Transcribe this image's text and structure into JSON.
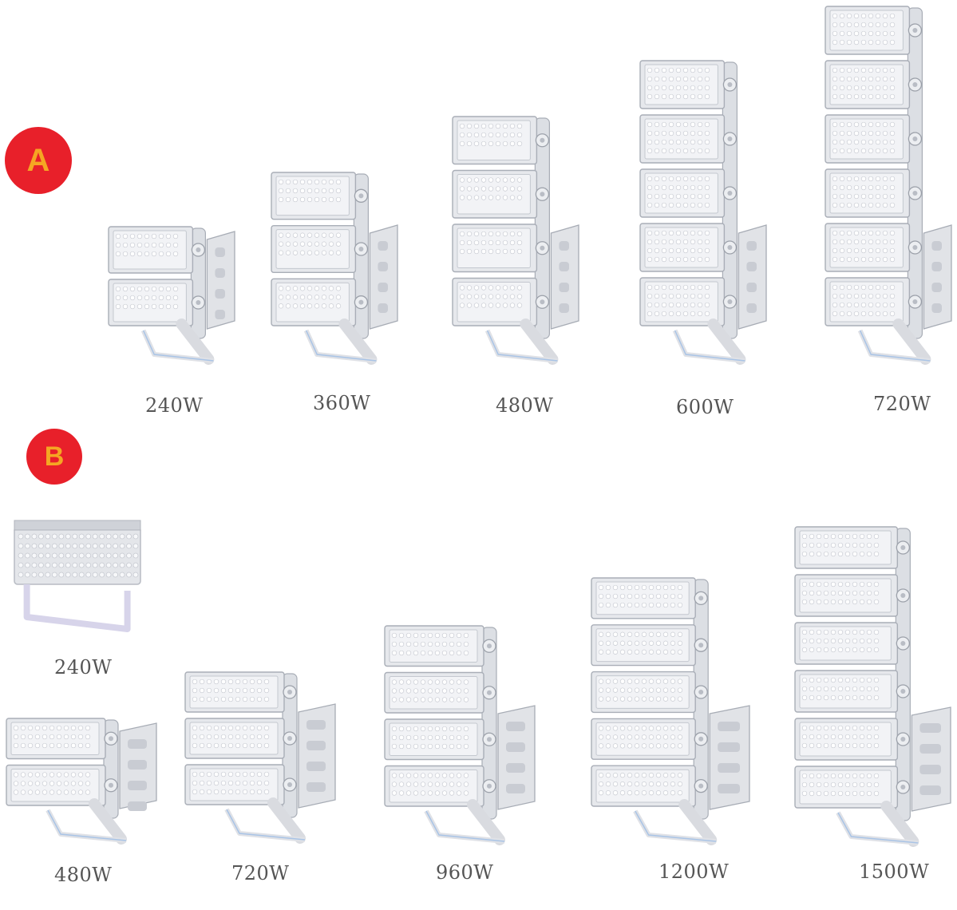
{
  "colors": {
    "badge_bg": "#e8202a",
    "badge_text": "#f5a623",
    "label_text": "#555555"
  },
  "series_a": {
    "badge": "A",
    "items": [
      {
        "label": "240W",
        "modules": 2
      },
      {
        "label": "360W",
        "modules": 3
      },
      {
        "label": "480W",
        "modules": 4
      },
      {
        "label": "600W",
        "modules": 5
      },
      {
        "label": "720W",
        "modules": 6
      }
    ]
  },
  "series_b": {
    "badge": "B",
    "items": [
      {
        "label": "240W",
        "modules": 1
      },
      {
        "label": "480W",
        "modules": 2
      },
      {
        "label": "720W",
        "modules": 3
      },
      {
        "label": "960W",
        "modules": 4
      },
      {
        "label": "1200W",
        "modules": 5
      },
      {
        "label": "1500W",
        "modules": 6
      }
    ]
  }
}
